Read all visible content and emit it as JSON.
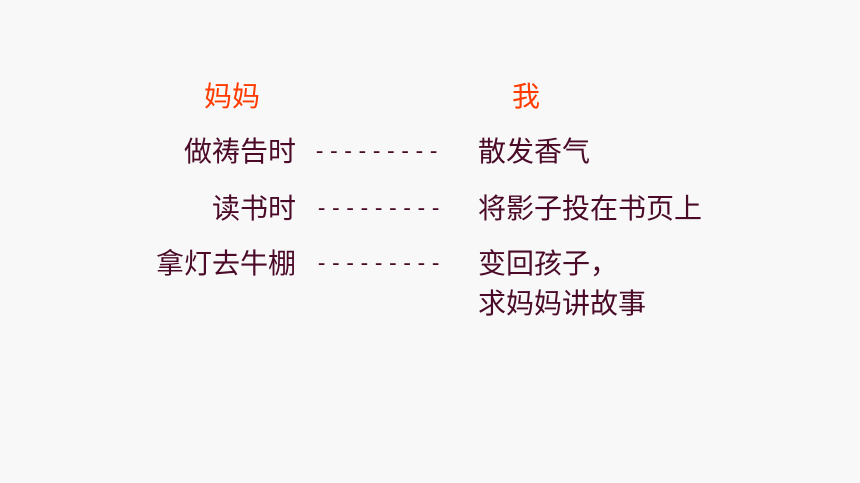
{
  "headers": {
    "mom": "妈妈",
    "me": "我"
  },
  "rows": [
    {
      "mom": "做祷告时",
      "connector": "---------",
      "me": "散发香气"
    },
    {
      "mom": "读书时",
      "connector": "---------",
      "me": "将影子投在书页上"
    },
    {
      "mom": "拿灯去牛棚",
      "connector": "---------",
      "me": "变回孩子，",
      "me_line2": "求妈妈讲故事"
    }
  ],
  "colors": {
    "header": "#ff3b00",
    "body_text": "#4a0a28",
    "background": "#f8f8f8"
  }
}
